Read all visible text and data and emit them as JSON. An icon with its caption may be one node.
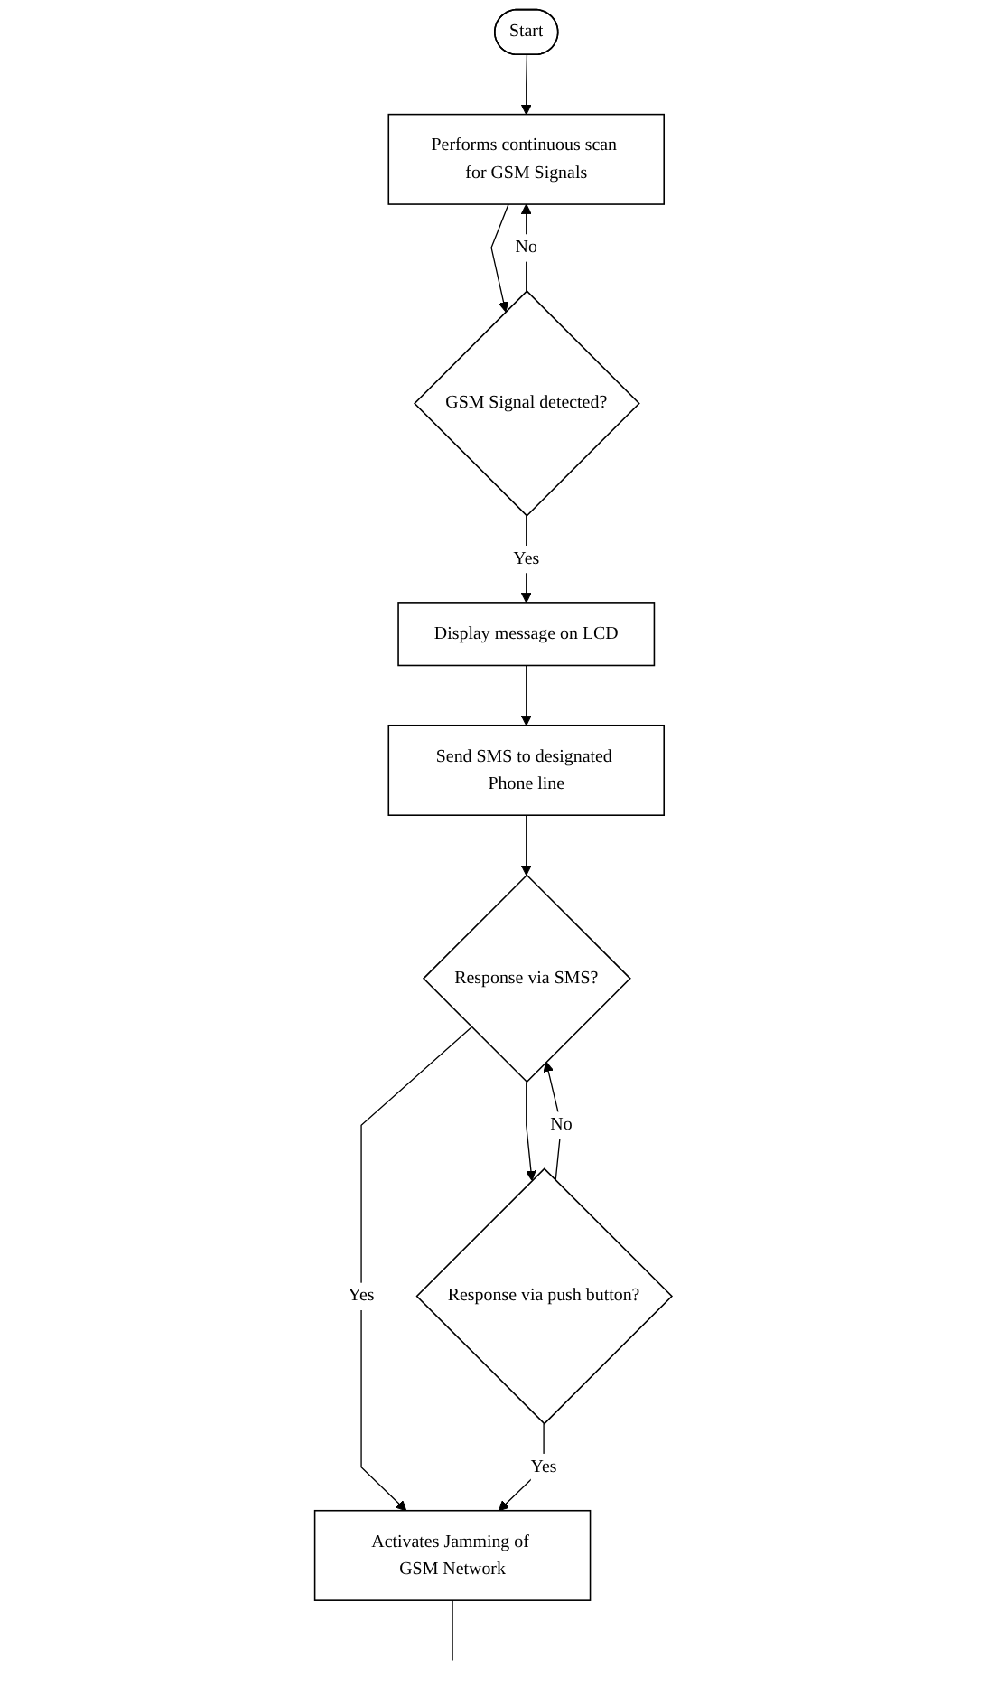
{
  "diagram": {
    "nodes": [
      {
        "text": [
          "Start"
        ]
      },
      {
        "text": [
          "Performs continuous scan for GSM Signals"
        ]
      },
      {
        "text": [
          "GSM Signal detected?"
        ]
      },
      {
        "text": [
          "Display message on LCD"
        ]
      },
      {
        "text": [
          "Send SMS to designated Phone line"
        ]
      },
      {
        "text": [
          "Response via SMS?"
        ]
      },
      {
        "text": [
          "Response via push button?"
        ]
      },
      {
        "text": [
          "Activates Jamming of GSM Network"
        ]
      }
    ],
    "edges": [
      {
        "from": 0,
        "to": 1,
        "arrow": "to"
      },
      {
        "from": 1,
        "to": 2,
        "arrow": "to"
      },
      {
        "from": 2,
        "to": 1,
        "label": "No",
        "arrow": "to"
      },
      {
        "from": 2,
        "to": 3,
        "label": "Yes",
        "arrow": "to"
      },
      {
        "from": 3,
        "to": 4,
        "arrow": "to"
      },
      {
        "from": 4,
        "to": 5,
        "arrow": "to"
      },
      {
        "from": 5,
        "to": 6,
        "arrow": "to"
      },
      {
        "from": 6,
        "to": 5,
        "label": "No",
        "arrow": "to"
      },
      {
        "from": 5,
        "to": 7,
        "label": "Yes",
        "arrow": "to"
      },
      {
        "from": 6,
        "to": 7,
        "label": "Yes",
        "arrow": "to"
      },
      {
        "from": 7,
        "to": null,
        "arrow": "none"
      }
    ]
  }
}
